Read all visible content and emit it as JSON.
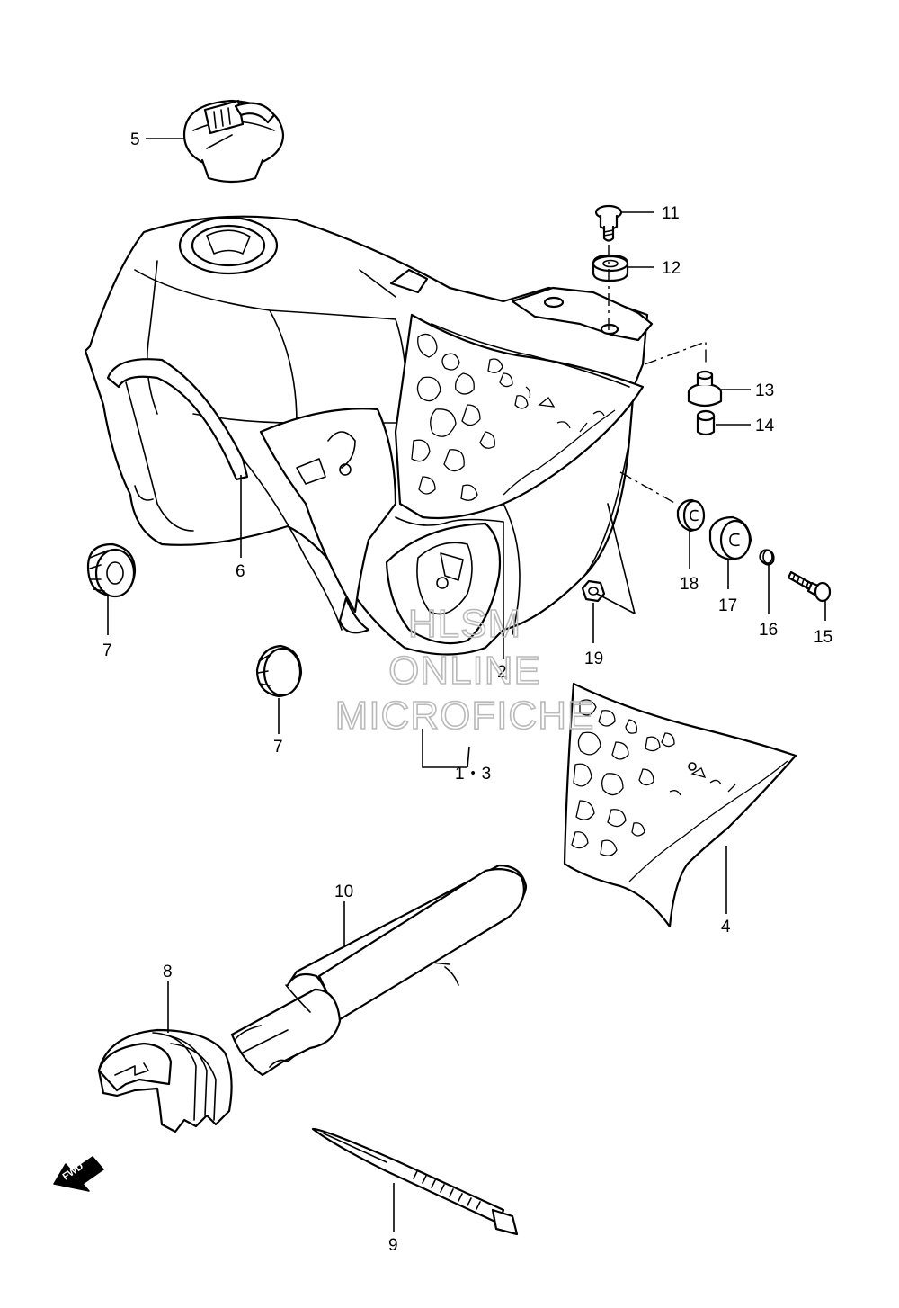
{
  "watermark": {
    "line1": "HLSM",
    "line2": "ONLINE",
    "line3": "MICROFICHE"
  },
  "direction_badge": "FWD",
  "callouts": {
    "c1_3": "1・3",
    "c2": "2",
    "c4": "4",
    "c5": "5",
    "c6": "6",
    "c7a": "7",
    "c7b": "7",
    "c8": "8",
    "c9": "9",
    "c10": "10",
    "c11": "11",
    "c12": "12",
    "c13": "13",
    "c14": "14",
    "c15": "15",
    "c16": "16",
    "c17": "17",
    "c18": "18",
    "c19": "19"
  }
}
